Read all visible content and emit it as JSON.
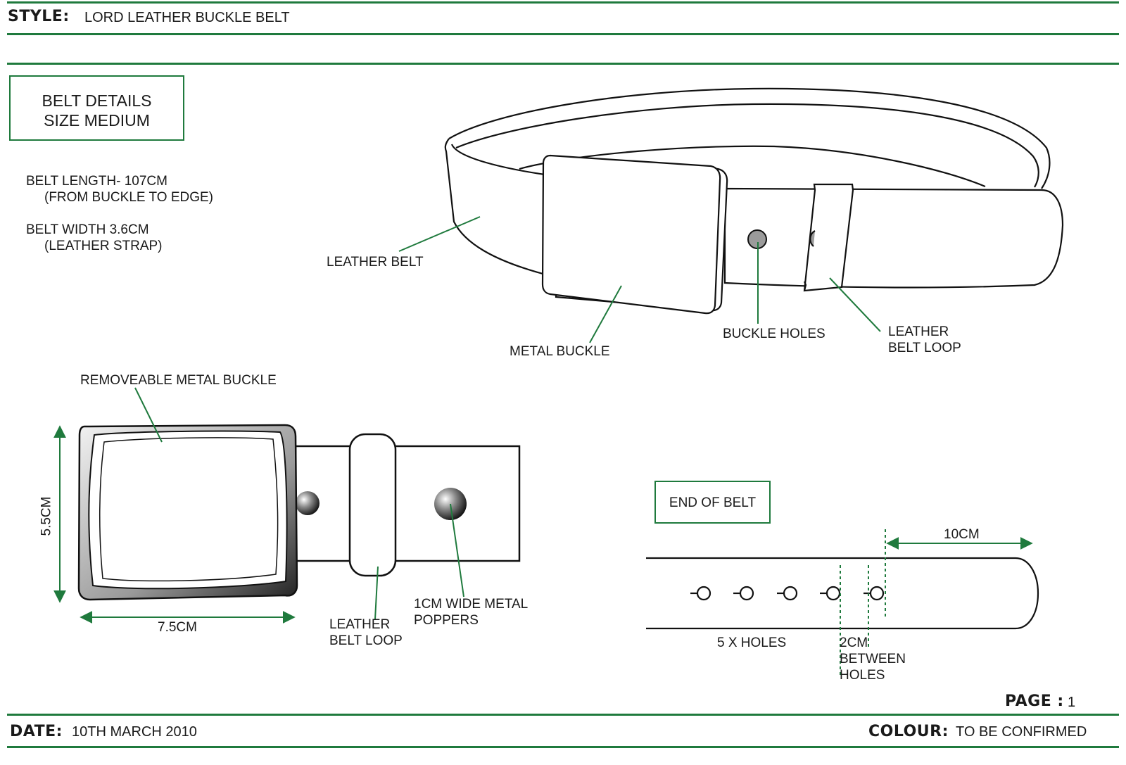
{
  "header": {
    "style_key": "STYLE:",
    "style_value": "LORD LEATHER BUCKLE BELT"
  },
  "details_box": {
    "line1": "BELT DETAILS",
    "line2": "SIZE MEDIUM"
  },
  "specs": {
    "length_line1": "BELT LENGTH- 107CM",
    "length_line2": "(FROM BUCKLE TO EDGE)",
    "width_line1": "BELT WIDTH 3.6CM",
    "width_line2": "(LEATHER STRAP)"
  },
  "top_view": {
    "leather_belt": "LEATHER BELT",
    "metal_buckle": "METAL BUCKLE",
    "buckle_holes": "BUCKLE HOLES",
    "belt_loop_line1": "LEATHER",
    "belt_loop_line2": "BELT LOOP"
  },
  "buckle_view": {
    "removeable": "REMOVEABLE METAL BUCKLE",
    "height": "5.5CM",
    "width": "7.5CM",
    "loop_line1": "LEATHER",
    "loop_line2": "BELT LOOP",
    "poppers_line1": "1CM WIDE METAL",
    "poppers_line2": "POPPERS"
  },
  "end_view": {
    "box_label": "END OF BELT",
    "end_length": "10CM",
    "holes": "5 X HOLES",
    "spacing_line1": "2CM",
    "spacing_line2": "BETWEEN",
    "spacing_line3": "HOLES"
  },
  "footer": {
    "page_key": "PAGE :",
    "page_value": "1",
    "date_key": "DATE:",
    "date_value": "10TH MARCH 2010",
    "colour_key": "COLOUR:",
    "colour_value": "TO BE CONFIRMED"
  },
  "colors": {
    "accent": "#1f7a3d",
    "ink": "#1a1a1a"
  }
}
